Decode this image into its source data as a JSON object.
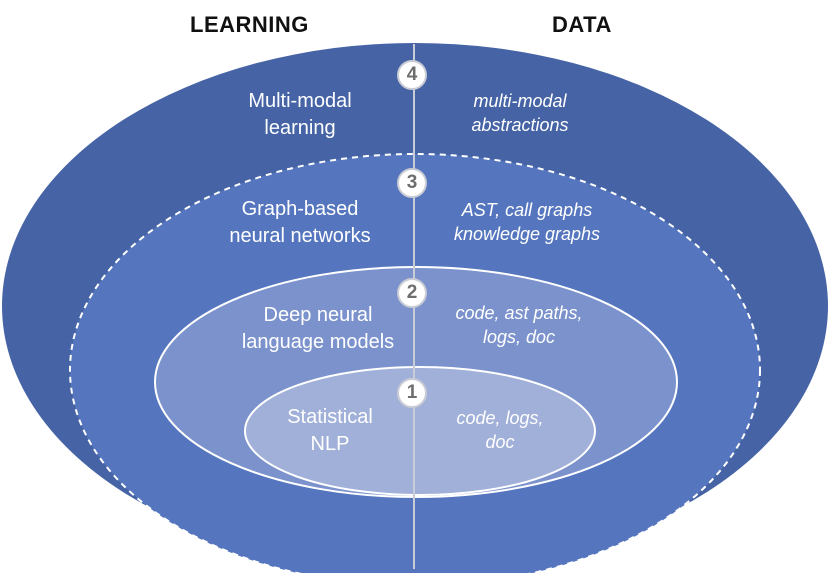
{
  "headers": {
    "learning": "LEARNING",
    "data": "DATA"
  },
  "colors": {
    "outer_ellipse": "#4664a5",
    "level3_ellipse": "#5576be",
    "level2_ellipse": "#7b92cc",
    "level1_ellipse": "#a1b0d9",
    "divider": "#c8ccd6",
    "ring": "#ffffff",
    "badge_text": "#6e6e6e"
  },
  "levels": [
    {
      "number": "4",
      "learning_lines": [
        "Multi-modal",
        "learning"
      ],
      "data_lines": [
        "multi-modal",
        "abstractions"
      ],
      "border": "none"
    },
    {
      "number": "3",
      "learning_lines": [
        "Graph-based",
        "neural networks"
      ],
      "data_lines": [
        "AST, call graphs",
        "knowledge graphs"
      ],
      "border": "dashed"
    },
    {
      "number": "2",
      "learning_lines": [
        "Deep neural",
        "language models"
      ],
      "data_lines": [
        "code, ast paths,",
        "logs, doc"
      ],
      "border": "solid"
    },
    {
      "number": "1",
      "learning_lines": [
        "Statistical",
        "NLP"
      ],
      "data_lines": [
        "code, logs,",
        "doc"
      ],
      "border": "solid"
    }
  ]
}
